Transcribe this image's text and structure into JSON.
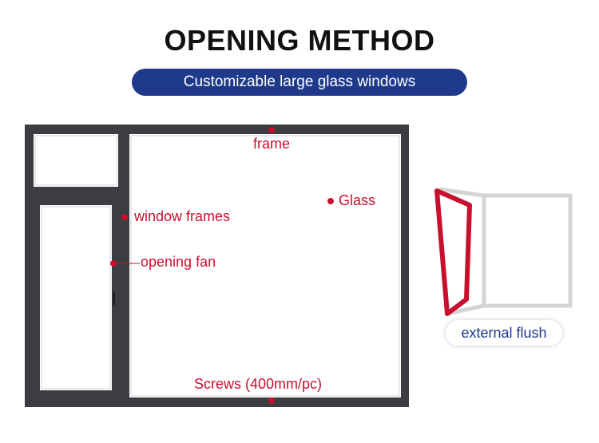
{
  "header": {
    "title": "OPENING METHOD",
    "subtitle": "Customizable large glass windows"
  },
  "labels": {
    "frame": "frame",
    "glass": "Glass",
    "window_frames": "window frames",
    "opening_fan": "opening fan",
    "screws": "Screws (400mm/pc)"
  },
  "side_diagram": {
    "caption": "external flush"
  },
  "colors": {
    "frame": "#3b3d40",
    "accent": "#c8102e",
    "pill": "#1f3a8a",
    "side_frame": "#d4d4d4"
  }
}
